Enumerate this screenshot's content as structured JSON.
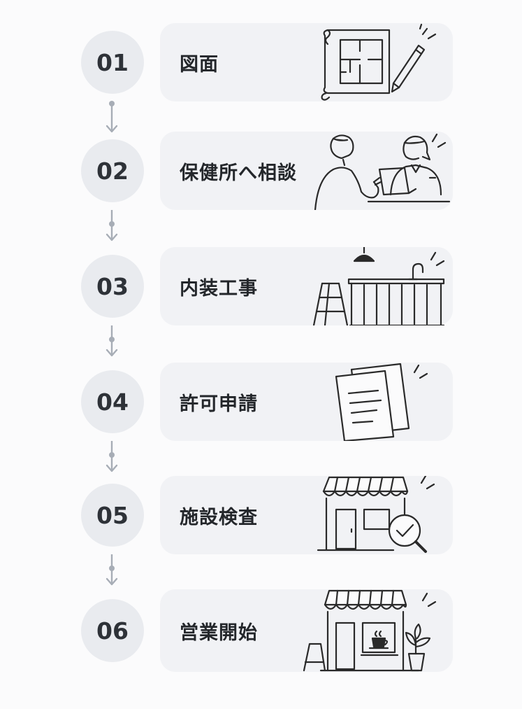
{
  "steps": [
    {
      "number": "01",
      "label": "図面",
      "icon": "blueprint-icon"
    },
    {
      "number": "02",
      "label": "保健所へ相談",
      "icon": "consultation-icon"
    },
    {
      "number": "03",
      "label": "内装工事",
      "icon": "interior-construction-icon"
    },
    {
      "number": "04",
      "label": "許可申請",
      "icon": "documents-icon"
    },
    {
      "number": "05",
      "label": "施設検査",
      "icon": "store-inspection-icon"
    },
    {
      "number": "06",
      "label": "営業開始",
      "icon": "cafe-opening-icon"
    }
  ],
  "colors": {
    "background": "#fbfbfc",
    "circle": "#e9ebef",
    "card": "#f1f2f5",
    "text": "#24272b",
    "line": "#2a2a2a",
    "connector": "#a7adb6"
  }
}
